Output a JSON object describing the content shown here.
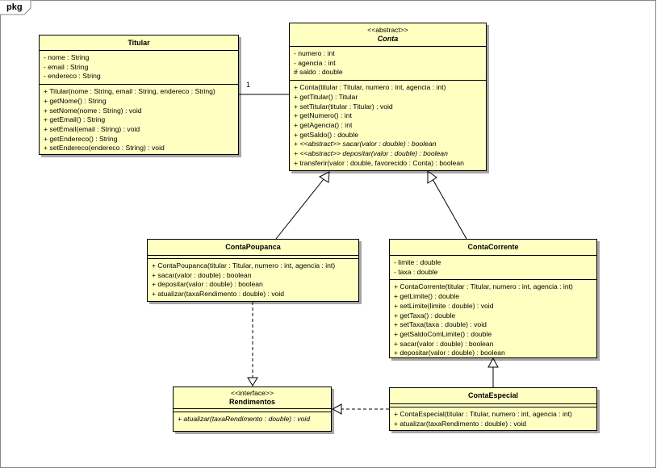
{
  "package": {
    "label": "pkg"
  },
  "classes": {
    "titular": {
      "name": "Titular",
      "attributes": [
        "- nome : String",
        "- email : String",
        "- endereco : String"
      ],
      "methods": [
        "+ Titular(nome : String, email : String, endereco : String)",
        "+ getNome() : String",
        "+ setNome(nome : String) : void",
        "+ getEmail() : String",
        "+ setEmail(email : String) : void",
        "+ getEndereco() : String",
        "+ setEndereco(endereco : String) : void"
      ]
    },
    "conta": {
      "stereotype": "<<abstract>>",
      "name": "Conta",
      "attributes": [
        "- numero : int",
        "- agencia : int",
        "# saldo : double"
      ],
      "methods": [
        "+ Conta(titular : Titular, numero : int, agencia : int)",
        "+ getTitular() : Titular",
        "+ setTitular(titular : Titular) : void",
        "+ getNumero() : int",
        "+ getAgencia() : int",
        "+ getSaldo() : double",
        "+ <<abstract>> sacar(valor : double) : boolean",
        "+ <<abstract>> depositar(valor : double) : boolean",
        "+ transferir(valor : double, favorecido : Conta) : boolean"
      ]
    },
    "contaPoupanca": {
      "name": "ContaPoupanca",
      "methods": [
        "+ ContaPoupanca(titular : Titular, numero : int, agencia : int)",
        "+ sacar(valor : double) : boolean",
        "+ depositar(valor : double) : boolean",
        "+ atualizar(taxaRendimento : double) : void"
      ]
    },
    "contaCorrente": {
      "name": "ContaCorrente",
      "attributes": [
        "- limite : double",
        "- taxa : double"
      ],
      "methods": [
        "+ ContaCorrente(titular : Titular, numero : int, agencia : int)",
        "+ getLimite() : double",
        "+ setLimite(limite : double) : void",
        "+ getTaxa() : double",
        "+ setTaxa(taxa : double) : void",
        "+ getSaldoComLimite() : double",
        "+ sacar(valor : double) : boolean",
        "+ depositar(valor : double) : boolean"
      ]
    },
    "rendimentos": {
      "stereotype": "<<interface>>",
      "name": "Rendimentos",
      "methods": [
        "+ atualizar(taxaRendimento : double) : void"
      ]
    },
    "contaEspecial": {
      "name": "ContaEspecial",
      "methods": [
        "+ ContaEspecial(titular : Titular, numero : int, agencia : int)",
        "+ atualizar(taxaRendimento : double) : void"
      ]
    }
  },
  "relations": {
    "association_multiplicity": "1"
  }
}
